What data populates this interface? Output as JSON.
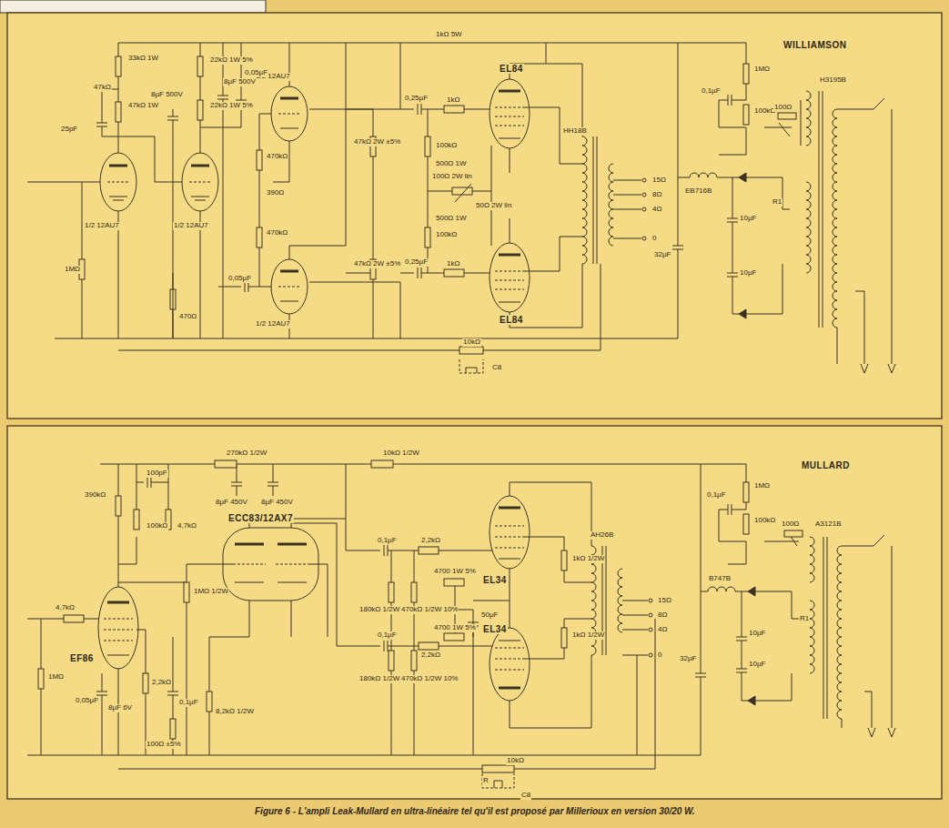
{
  "diagram": {
    "caption": "Figure 6 - L'ampli Leak-Mullard en ultra-linéaire tel qu'il est proposé par Millerioux en version 30/20 W.",
    "labels": [
      "WILLIAMSON",
      "1/2 12AU7",
      "1/2 12AU7",
      "1/2 12AU7",
      "1/2 12AU7",
      "EL84",
      "EL84",
      "HH18B",
      "H3195B",
      "EB716B",
      "1kΩ 5W",
      "33kΩ 1W",
      "47kΩ",
      "47kΩ 1W",
      "25pF",
      "8µF 500V",
      "22kΩ 1W 5%",
      "8µF 500V",
      "0,05µF",
      "470kΩ",
      "390Ω",
      "470kΩ",
      "0,05µF",
      "22kΩ 1W 5%",
      "1MΩ",
      "470Ω",
      "47kΩ 2W ±5%",
      "47kΩ 2W ±5%",
      "0,25µF",
      "0,25µF",
      "1kΩ",
      "1kΩ",
      "100kΩ",
      "100kΩ",
      "500Ω 1W",
      "500Ω 1W",
      "100Ω 2W lin",
      "50Ω 2W lin",
      "15Ω",
      "8Ω",
      "4Ω",
      "0",
      "10kΩ",
      "C8",
      "1MΩ",
      "0,1µF",
      "100kΩ",
      "100Ω",
      "10µF",
      "10µF",
      "32µF",
      "R1",
      "MULLARD",
      "270kΩ 1/2W",
      "10kΩ 1/2W",
      "8µF 450V",
      "8µF 450V",
      "100pF",
      "390kΩ",
      "100kΩ",
      "4,7kΩ",
      "4,7kΩ",
      "1MΩ",
      "0,05µF",
      "EF86",
      "8µF 6V",
      "2,2kΩ",
      "0,1µF",
      "1MΩ 1/2W",
      "100Ω ±5%",
      "8,2kΩ 1/2W",
      "ECC83/12AX7",
      "0,1µF",
      "2,2kΩ",
      "180kΩ 1/2W 10%",
      "470kΩ 1/2W 10%",
      "4700 1W 5%",
      "50µF",
      "180kΩ 1/2W 10%",
      "470kΩ 1/2W 10%",
      "4700 1W 5%",
      "0,1µF",
      "2,2kΩ",
      "EL34",
      "EL34",
      "1kΩ 1/2W",
      "1kΩ 1/2W",
      "AH26B",
      "15Ω",
      "8Ω",
      "4Ω",
      "0",
      "B747B",
      "A3121B",
      "1MΩ",
      "0,1µF",
      "100kΩ",
      "100Ω",
      "R1",
      "10µF",
      "10µF",
      "32µF",
      "R",
      "10kΩ",
      "C8"
    ]
  }
}
